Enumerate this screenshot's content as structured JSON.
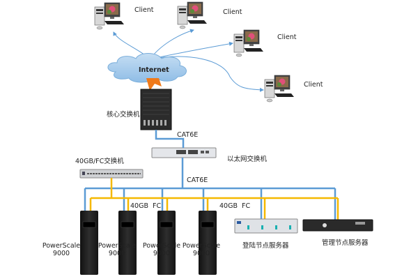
{
  "diagram": {
    "clients": [
      {
        "label": "Client"
      },
      {
        "label": "Client"
      },
      {
        "label": "Client"
      },
      {
        "label": "Client"
      }
    ],
    "internet": {
      "label": "Internet"
    },
    "core_switch": {
      "label": "核心交换机"
    },
    "ethernet_switch": {
      "label": "以太网交换机"
    },
    "fc_switch": {
      "label": "40GB/FC交换机"
    },
    "links": {
      "core_to_ethernet": "CAT6E",
      "ethernet_to_bus": "CAT6E",
      "fc_label_1": "40GB  FC",
      "fc_label_2": "40GB  FC"
    },
    "storage_nodes": [
      {
        "name": "PowerScale",
        "model": "9000"
      },
      {
        "name": "PowerScale",
        "model": "9000"
      },
      {
        "name": "PowerScale",
        "model": "9000"
      },
      {
        "name": "PowerScale",
        "model": "9000"
      }
    ],
    "login_server": {
      "label": "登陆节点服务器"
    },
    "management_server": {
      "label": "管理节点服务器"
    },
    "colors": {
      "ethernet_link": "#5b9bd5",
      "fc_link": "#f5b800",
      "client_link": "#5b9bd5",
      "cloud": "#a9cdee",
      "lightning": "#f07a1a"
    }
  }
}
